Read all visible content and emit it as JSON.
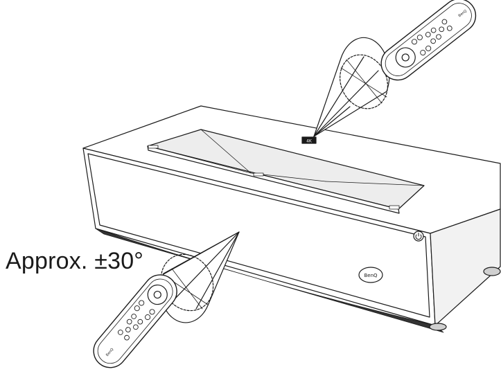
{
  "angle_label": "Approx. ±30°",
  "projector": {
    "brand": "BenQ",
    "sensor_mark": "4K"
  },
  "remote": {
    "brand": "BenQ"
  },
  "colors": {
    "line": "#1a1a1a",
    "shade": "#e9e9e9",
    "fill": "#ffffff"
  }
}
